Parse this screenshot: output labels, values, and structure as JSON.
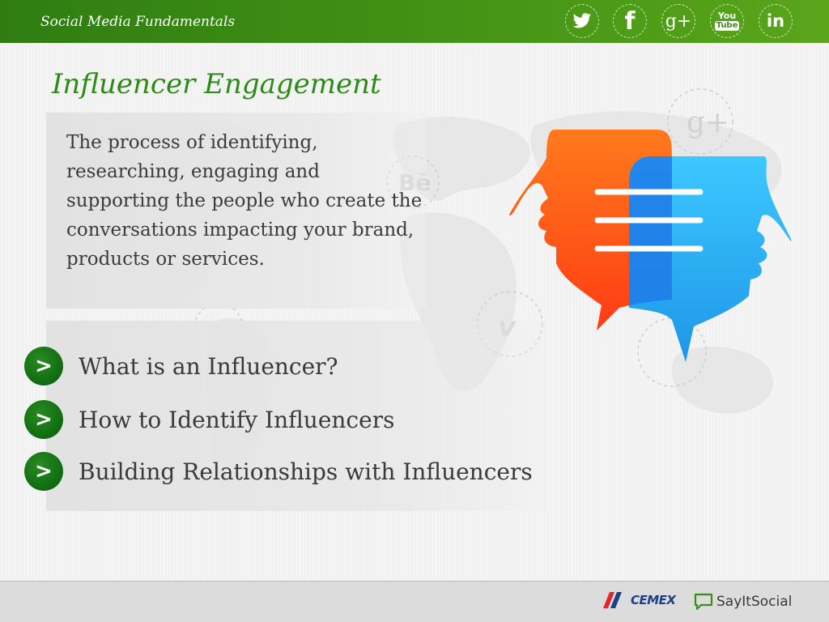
{
  "header": {
    "title": "Social Media Fundamentals",
    "social_icons": [
      {
        "name": "twitter-icon",
        "glyph": "🐦"
      },
      {
        "name": "facebook-icon",
        "glyph": "f"
      },
      {
        "name": "google-plus-icon",
        "glyph": "g+"
      },
      {
        "name": "youtube-icon",
        "glyph": "You Tube"
      },
      {
        "name": "linkedin-icon",
        "glyph": "in"
      }
    ]
  },
  "slide": {
    "title": "Influencer Engagement",
    "definition": "The process of identifying, researching, engaging and supporting the people who create the conversations impacting your brand, products or services.",
    "bullet_glyph": ">",
    "topics": [
      "What is an Influencer?",
      "How to Identify Influencers",
      "Building Relationships with Influencers"
    ]
  },
  "footer": {
    "cemex_logo": "CEMEX",
    "sayitsocial_logo": "SayItSocial"
  },
  "colors": {
    "header_green": "#3f8f15",
    "title_green": "#2c8a16",
    "bullet_green": "#127012",
    "orange_bubble": "#ff5a1a",
    "blue_bubble": "#2aa8f0"
  }
}
